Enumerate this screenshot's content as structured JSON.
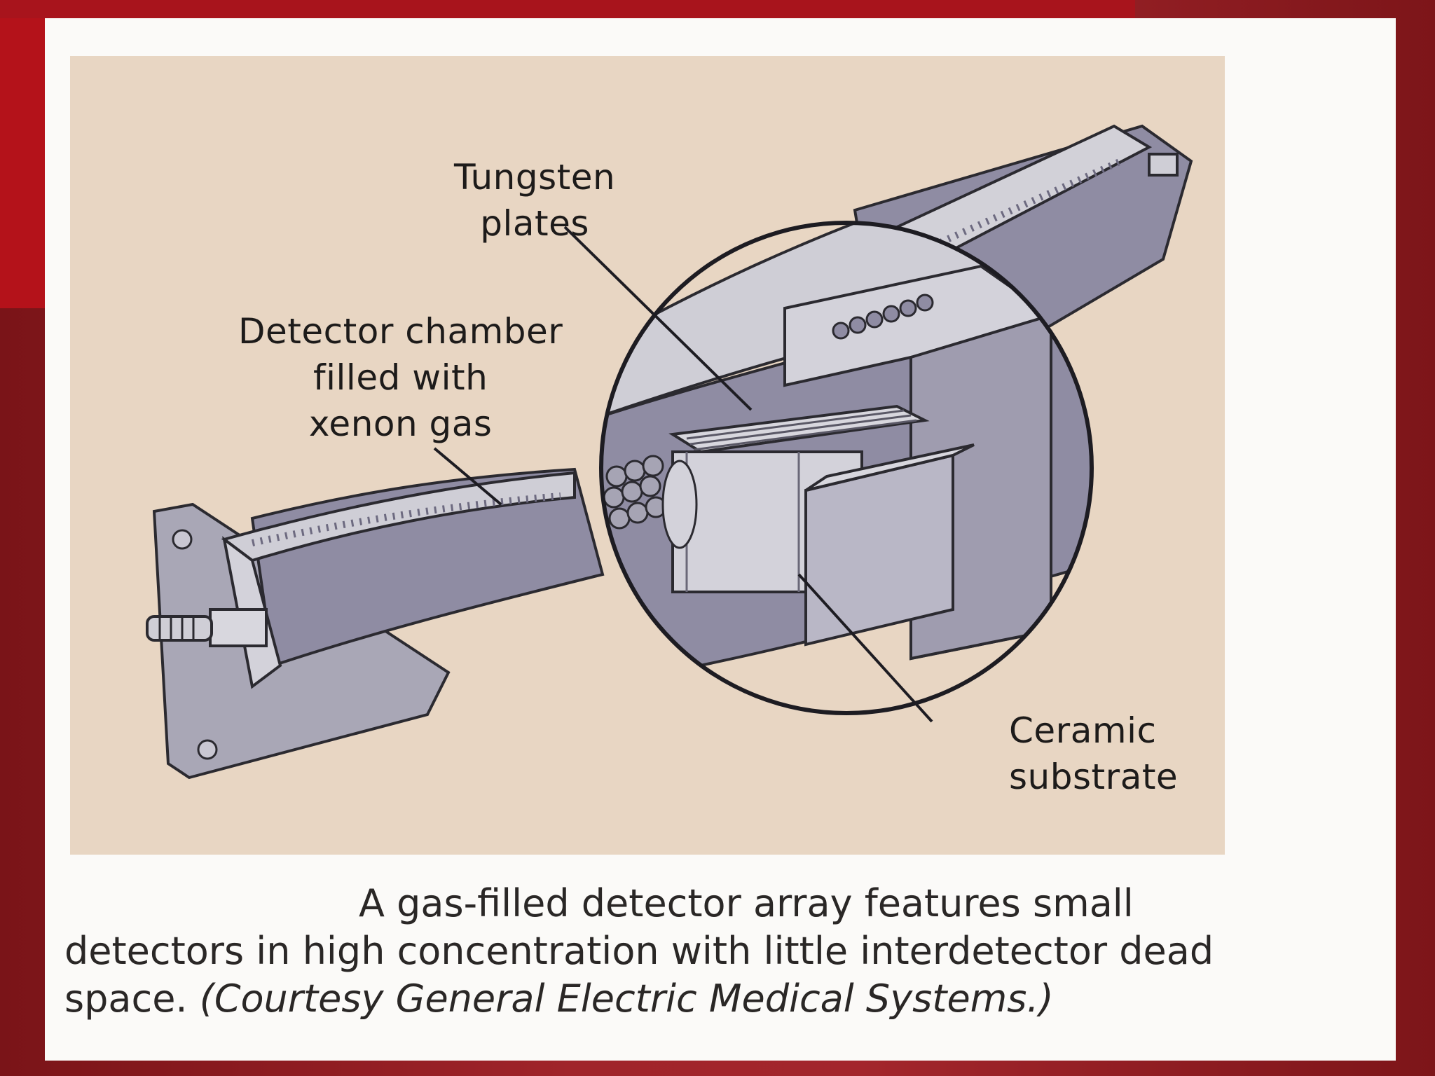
{
  "diagram": {
    "labels": {
      "tungsten": "Tungsten\nplates",
      "chamber": "Detector chamber\nfilled with\nxenon gas",
      "ceramic": "Ceramic\nsubstrate"
    },
    "colors": {
      "background": "#e8d6c3",
      "metal_light": "#d2d1d8",
      "metal_mid": "#a6a4b4",
      "metal_dark": "#8d8aa0",
      "outline": "#2b2a30"
    }
  },
  "caption": {
    "line1": "A gas-filled detector array features small",
    "line2": "detectors in high concentration with little interdetector dead",
    "line3_plain": "space. ",
    "line3_courtesy": "(Courtesy General Electric Medical Systems.)"
  }
}
